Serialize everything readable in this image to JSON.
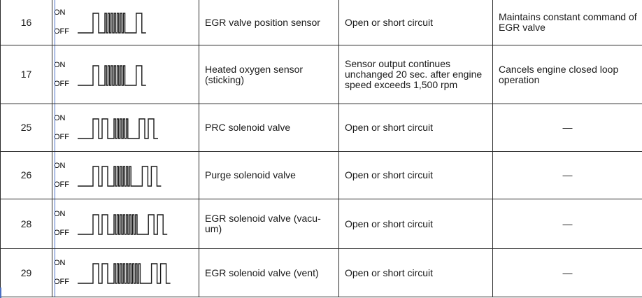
{
  "rows": [
    {
      "code": "16",
      "on_label": "ON",
      "off_label": "OFF",
      "item": "EGR valve position sensor",
      "condition": "Open or short circuit",
      "failsafe": "Maintains constant command of EGR valve"
    },
    {
      "code": "17",
      "on_label": "ON",
      "off_label": "OFF",
      "item": "Heated oxygen sensor (sticking)",
      "condition": "Sensor output continues unchanged 20 sec. after engine speed exceeds 1,500 rpm",
      "failsafe": "Cancels engine closed loop operation"
    },
    {
      "code": "25",
      "on_label": "ON",
      "off_label": "OFF",
      "item": "PRC solenoid valve",
      "condition": "Open or short circuit",
      "failsafe": "—"
    },
    {
      "code": "26",
      "on_label": "ON",
      "off_label": "OFF",
      "item": "Purge solenoid valve",
      "condition": "Open or short circuit",
      "failsafe": "—"
    },
    {
      "code": "28",
      "on_label": "ON",
      "off_label": "OFF",
      "item": "EGR solenoid valve (vacu- um)",
      "condition": "Open or short circuit",
      "failsafe": "—"
    },
    {
      "code": "29",
      "on_label": "ON",
      "off_label": "OFF",
      "item": "EGR solenoid valve (vent)",
      "condition": "Open or short circuit",
      "failsafe": "—"
    }
  ],
  "waveforms": [
    {
      "code": "16",
      "long_pulses": 1,
      "short_pulses": 7
    },
    {
      "code": "17",
      "long_pulses": 1,
      "short_pulses": 7
    },
    {
      "code": "25",
      "long_pulses": 2,
      "short_pulses": 5
    },
    {
      "code": "26",
      "long_pulses": 2,
      "short_pulses": 6
    },
    {
      "code": "28",
      "long_pulses": 2,
      "short_pulses": 8
    },
    {
      "code": "29",
      "long_pulses": 2,
      "short_pulses": 9
    }
  ]
}
